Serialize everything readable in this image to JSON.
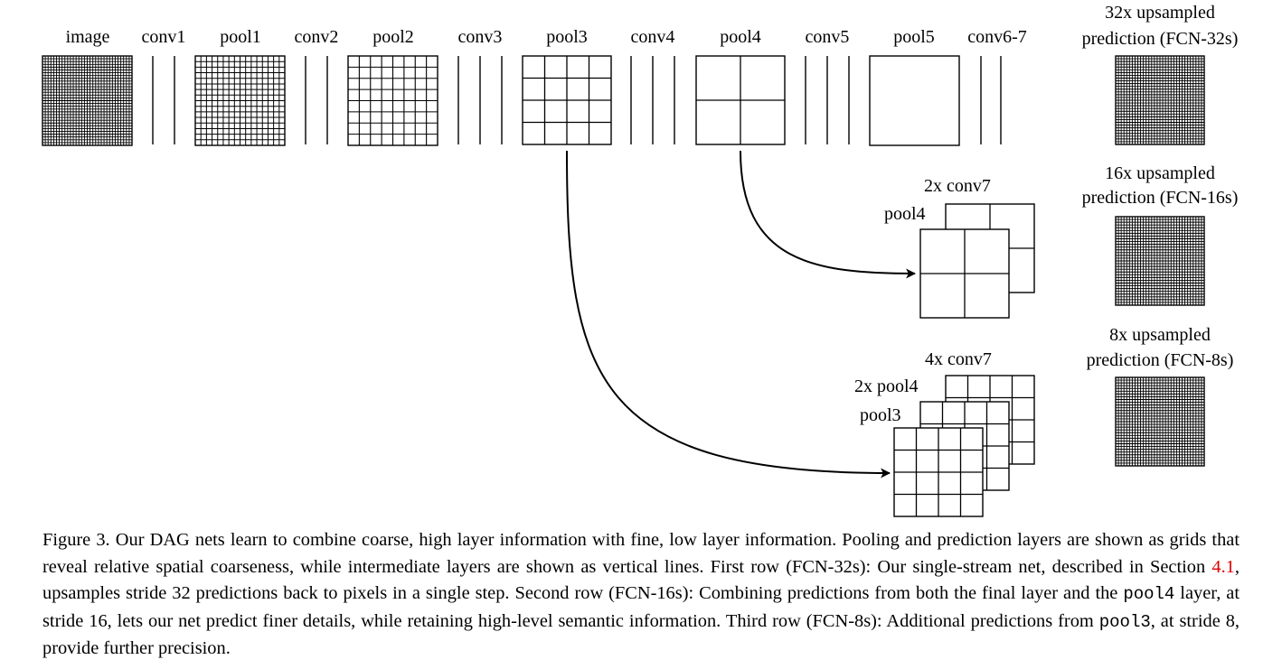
{
  "top_row": {
    "labels": [
      "image",
      "conv1",
      "pool1",
      "conv2",
      "pool2",
      "conv3",
      "pool3",
      "conv4",
      "pool4",
      "conv5",
      "pool5",
      "conv6-7"
    ]
  },
  "predictions": {
    "fcn32": {
      "line1": "32x upsampled",
      "line2": "prediction (FCN-32s)"
    },
    "fcn16": {
      "line1": "16x upsampled",
      "line2": "prediction (FCN-16s)"
    },
    "fcn8": {
      "line1": "8x upsampled",
      "line2": "prediction (FCN-8s)"
    }
  },
  "row2": {
    "upsampled_label": "2x conv7",
    "skip_label": "pool4"
  },
  "row3": {
    "upsampled_label": "4x conv7",
    "mid_label": "2x pool4",
    "skip_label": "pool3"
  },
  "caption": {
    "part1": "Figure 3.  Our DAG nets learn to combine coarse, high layer information with fine, low layer information. Pooling and prediction layers are shown as grids that reveal relative spatial coarseness, while intermediate layers are shown as vertical lines. First row (FCN-32s): Our single-stream net, described in Section ",
    "section_ref": "4.1",
    "part2": ", upsamples stride 32 predictions back to pixels in a single step.  Second row (FCN-16s): Combining predictions from both the final layer and the ",
    "code1": "pool4",
    "part3": " layer, at stride 16, lets our net predict finer details, while retaining high-level semantic information. Third row (FCN-8s): Additional predictions from ",
    "code2": "pool3",
    "part4": ", at stride 8, provide further precision."
  },
  "colors": {
    "ink": "#000000",
    "section_link": "#e00000"
  }
}
